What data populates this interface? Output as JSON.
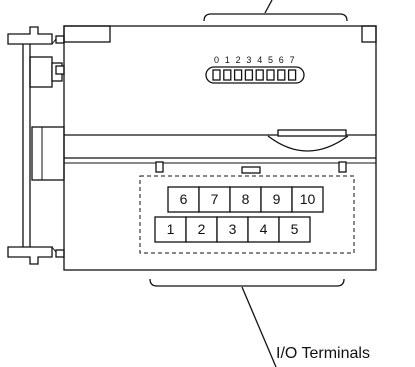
{
  "dip_switch": {
    "numbers": [
      "0",
      "1",
      "2",
      "3",
      "4",
      "5",
      "6",
      "7"
    ]
  },
  "terminal_block": {
    "top_row": [
      "6",
      "7",
      "8",
      "9",
      "10"
    ],
    "bottom_row": [
      "1",
      "2",
      "3",
      "4",
      "5"
    ]
  },
  "callout": {
    "label": "I/O Terminals"
  }
}
